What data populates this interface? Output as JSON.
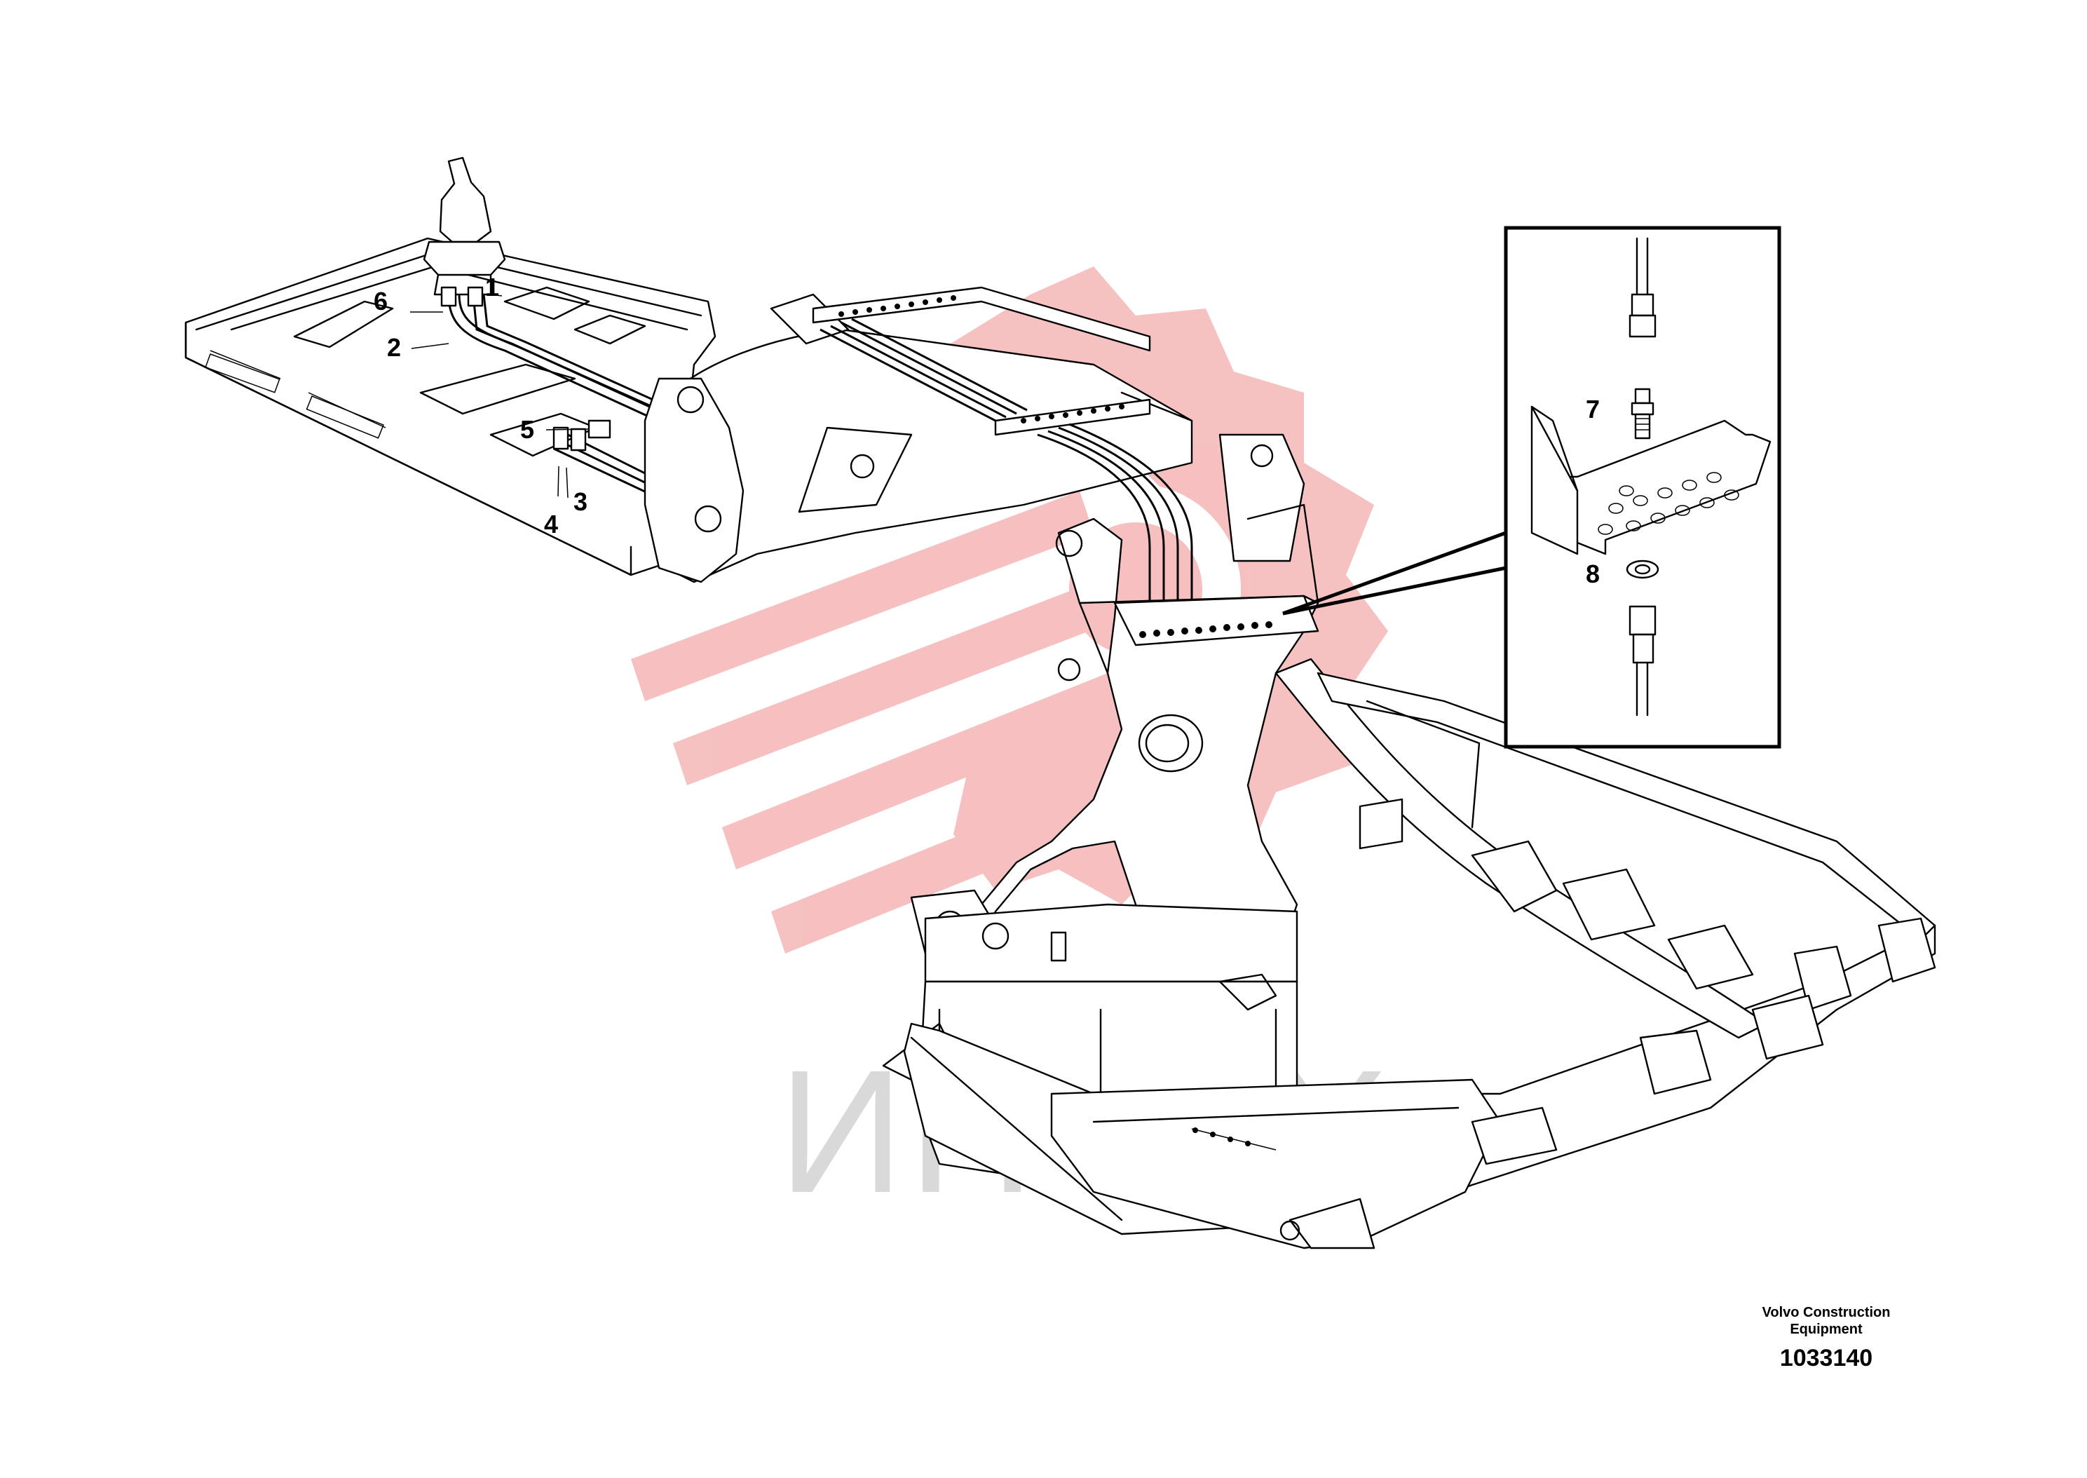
{
  "callouts": [
    {
      "id": "1",
      "label": "1"
    },
    {
      "id": "2",
      "label": "2"
    },
    {
      "id": "3",
      "label": "3"
    },
    {
      "id": "4",
      "label": "4"
    },
    {
      "id": "5",
      "label": "5"
    },
    {
      "id": "6",
      "label": "6"
    },
    {
      "id": "7",
      "label": "7"
    },
    {
      "id": "8",
      "label": "8"
    }
  ],
  "watermark": {
    "text": "ИНТЕХ",
    "logo_color": "#f5b6b6",
    "text_color": "#d9d9d9"
  },
  "caption": {
    "company_line1": "Volvo Construction",
    "company_line2": "Equipment",
    "drawing_number": "1033140"
  }
}
